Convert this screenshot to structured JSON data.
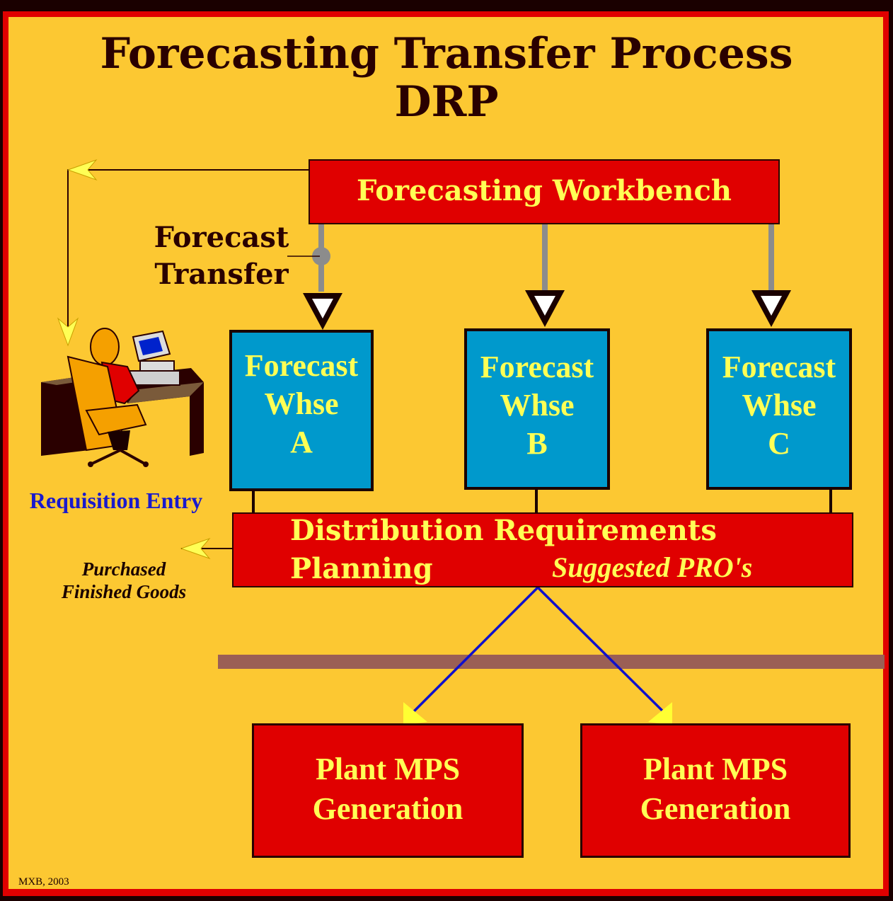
{
  "title": {
    "line1": "Forecasting Transfer Process",
    "line2": "DRP"
  },
  "workbench": {
    "label": "Forecasting Workbench"
  },
  "forecast_transfer": {
    "line1": "Forecast",
    "line2": "Transfer"
  },
  "warehouses": [
    {
      "line1": "Forecast",
      "line2": "Whse",
      "line3": "A"
    },
    {
      "line1": "Forecast",
      "line2": "Whse",
      "line3": "B"
    },
    {
      "line1": "Forecast",
      "line2": "Whse",
      "line3": "C"
    }
  ],
  "requisition_entry": {
    "label": "Requisition Entry"
  },
  "drp": {
    "line1": "Distribution Requirements",
    "line2": "Planning",
    "suggested": "Suggested PRO's"
  },
  "purchased": {
    "line1": "Purchased",
    "line2": "Finished Goods"
  },
  "plants": [
    {
      "line1": "Plant MPS",
      "line2": "Generation"
    },
    {
      "line1": "Plant MPS",
      "line2": "Generation"
    }
  ],
  "credit": "MXB, 2003",
  "colors": {
    "background": "#fcc832",
    "frame": "#e00000",
    "box_red": "#e00000",
    "box_blue": "#0099cc",
    "text_yellow": "#ffff55",
    "title_text": "#2a0000",
    "requisition_text": "#1a1acc",
    "connector_blue": "#1010cc",
    "divider_bar": "#9b5f55"
  }
}
